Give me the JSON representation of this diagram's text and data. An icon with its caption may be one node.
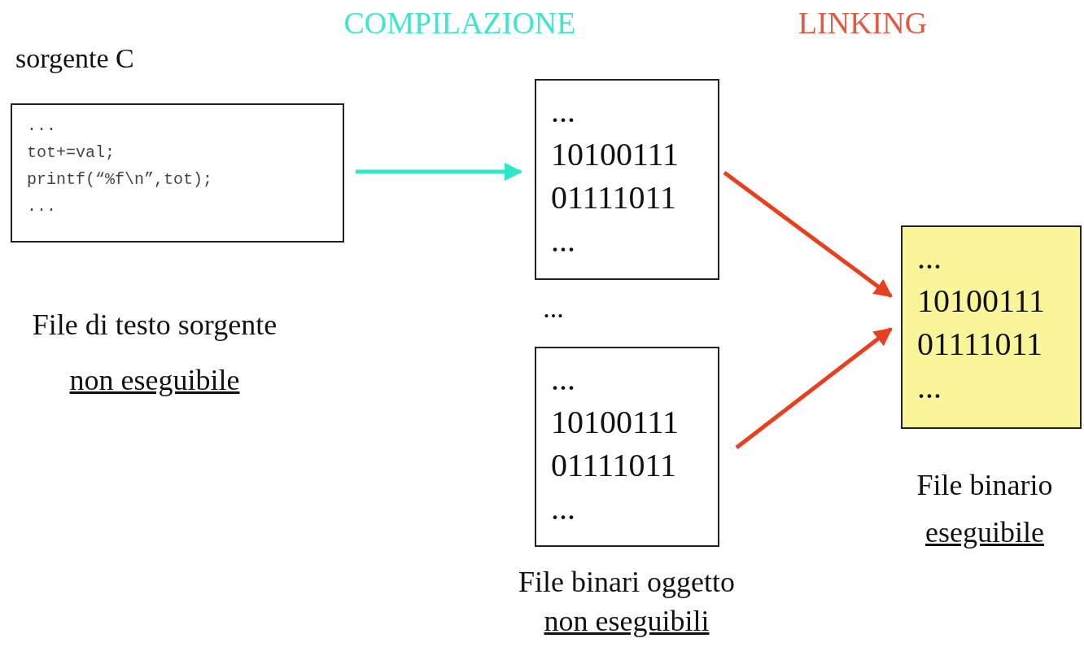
{
  "diagram": {
    "nodes": [
      {
        "text": [
          "sorgente C",
          "...",
          "tot+=val;",
          "printf(“%f\\n”,tot);",
          "..."
        ],
        "beside": [
          "File di testo sorgente",
          "non eseguibile"
        ]
      },
      {
        "text": [
          "...",
          "10100111",
          "01111011",
          "..."
        ]
      },
      {
        "text": [
          "...",
          "10100111",
          "01111011",
          "..."
        ],
        "beside": [
          "File binari oggetto",
          "non eseguibili"
        ]
      },
      {
        "text": [
          "...",
          "10100111",
          "01111011",
          "..."
        ],
        "beside": [
          "File binario",
          "eseguibile"
        ]
      }
    ],
    "edges": [
      {
        "from": 0,
        "to": 1,
        "arrow": "to",
        "color": "#2ee6c8"
      },
      {
        "from": 1,
        "to": 3,
        "arrow": "to"
      },
      {
        "from": 2,
        "to": 3,
        "arrow": "to"
      }
    ],
    "labels": [
      "COMPILAZIONE",
      "LINKING",
      "..."
    ]
  }
}
